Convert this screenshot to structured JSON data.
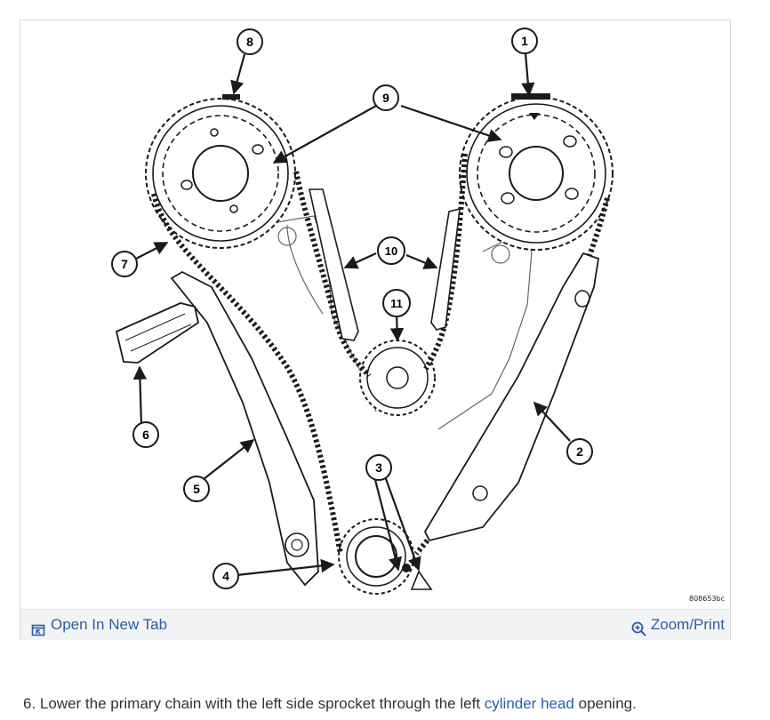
{
  "figure": {
    "code": "808653bc",
    "callouts": [
      "1",
      "2",
      "3",
      "4",
      "5",
      "6",
      "7",
      "8",
      "9",
      "10",
      "11"
    ]
  },
  "toolbar": {
    "open_new_tab": "Open In New Tab",
    "zoom_print": "Zoom/Print",
    "open_icon": "external-window-icon",
    "zoom_icon": "zoom-in-icon"
  },
  "step": {
    "before": "6. Lower the primary chain with the left side sprocket through the left ",
    "link": "cylinder head",
    "after": " opening."
  },
  "colors": {
    "link": "#2a5ea8",
    "toolbar_bg": "#f3f4f5",
    "line_art": "#1a1a1a"
  }
}
